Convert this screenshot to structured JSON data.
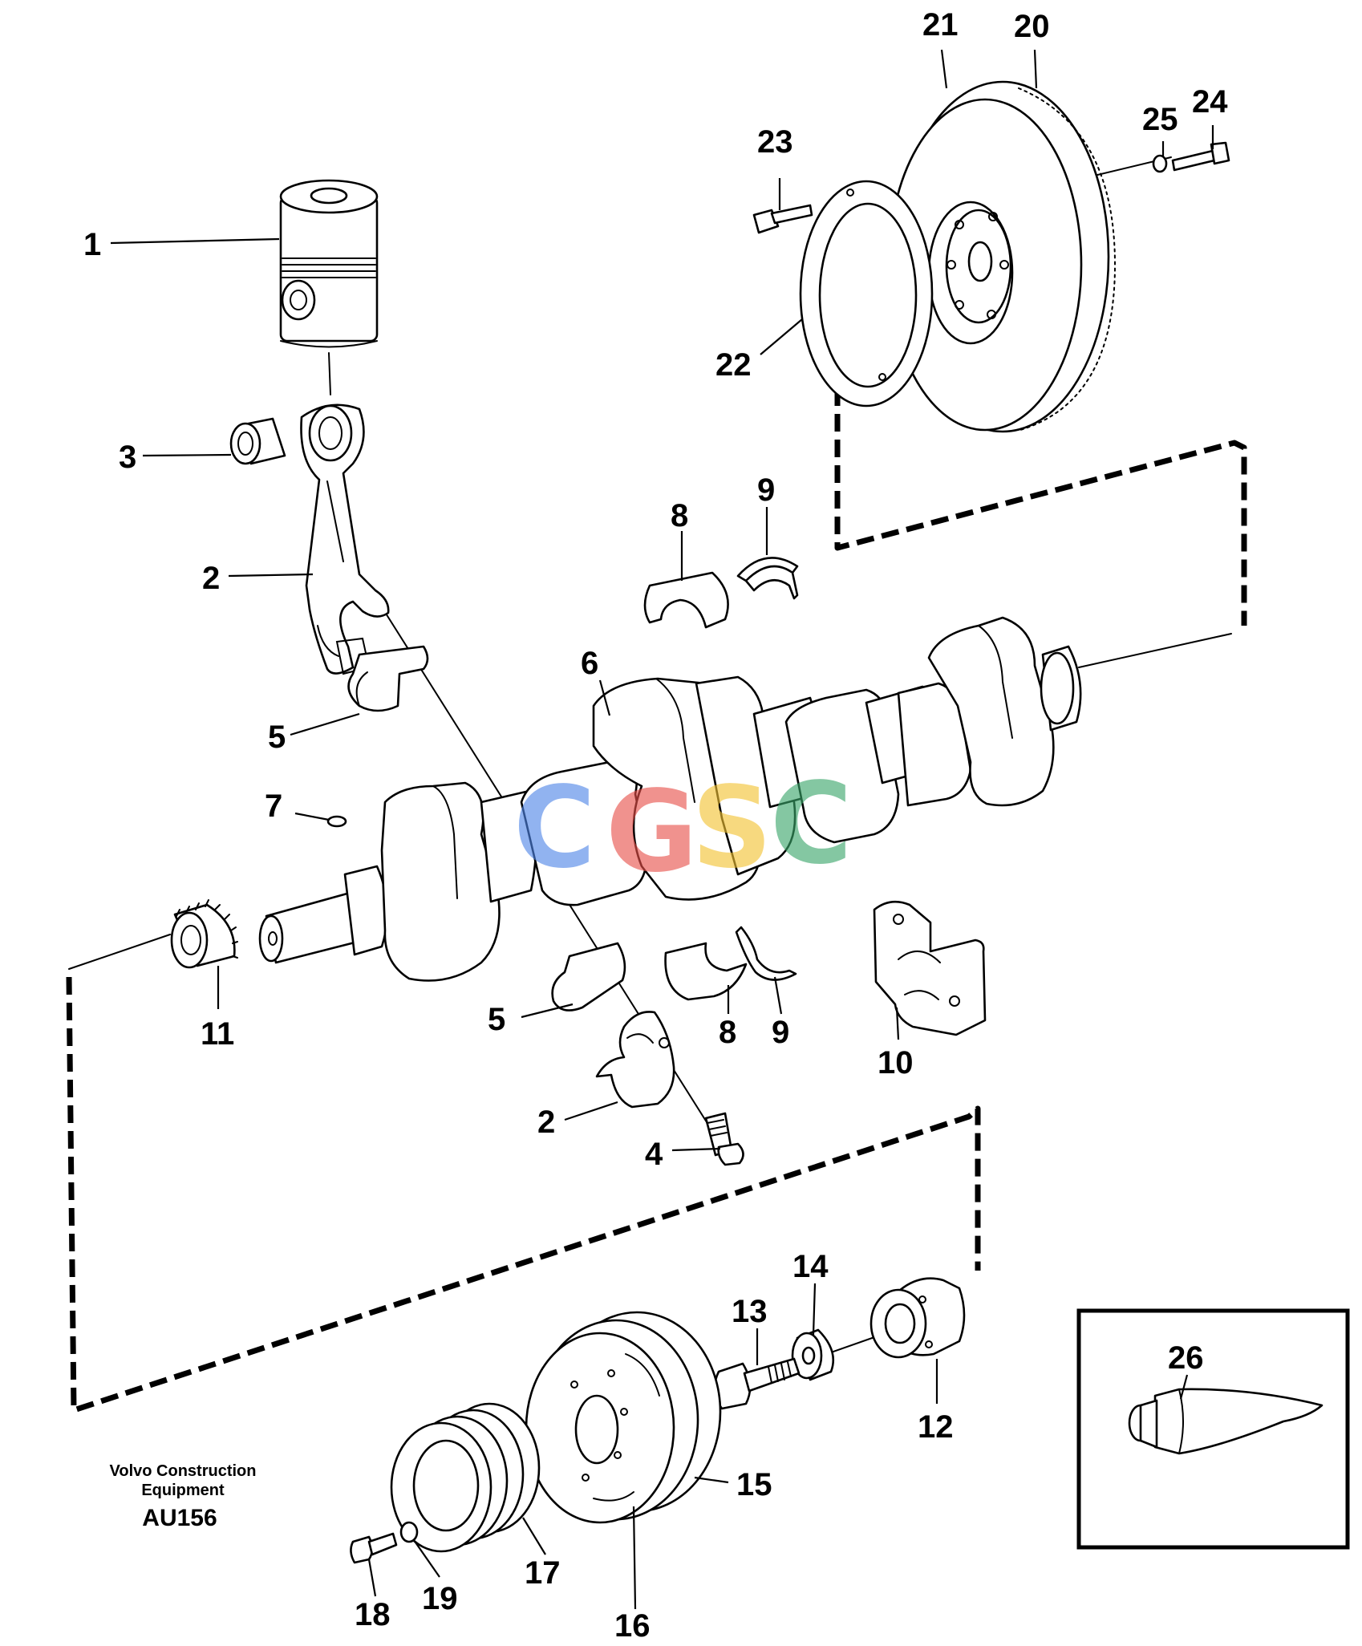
{
  "diagram": {
    "watermark": {
      "letters": [
        "C",
        "G",
        "S",
        "C"
      ],
      "colors": [
        "#4f86e8",
        "#e8504a",
        "#f3c232",
        "#3aa66a"
      ]
    },
    "callouts": [
      "1",
      "2",
      "3",
      "5",
      "7",
      "11",
      "6",
      "8",
      "9",
      "5",
      "2",
      "4",
      "8",
      "9",
      "10",
      "21",
      "20",
      "23",
      "25",
      "24",
      "22",
      "13",
      "14",
      "12",
      "15",
      "16",
      "17",
      "18",
      "19",
      "26"
    ],
    "footer": {
      "company_line1": "Volvo Construction",
      "company_line2": "Equipment",
      "code": "AU156"
    }
  }
}
